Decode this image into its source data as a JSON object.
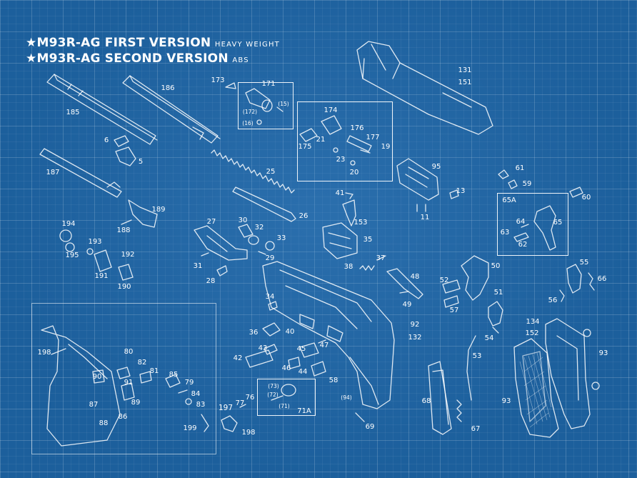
{
  "titles": [
    {
      "star": "★",
      "main": "M93R-AG FIRST VERSION",
      "sub": "HEAVY WEIGHT"
    },
    {
      "star": "★",
      "main": "M93R-AG SECOND VERSION",
      "sub": "ABS"
    }
  ],
  "part_labels": {
    "l173": "173",
    "l171": "171",
    "l15": "(15)",
    "l172": "(172)",
    "l16": "(16)",
    "l186": "186",
    "l185": "185",
    "l6": "6",
    "l5": "5",
    "l187": "187",
    "l25": "25",
    "l26": "26",
    "l174": "174",
    "l21": "21",
    "l175": "175",
    "l176": "176",
    "l177": "177",
    "l19": "19",
    "l23": "23",
    "l20": "20",
    "l131": "131",
    "l151": "151",
    "l95": "95",
    "l13": "13",
    "l11": "11",
    "l41": "41",
    "l153": "153",
    "l35": "35",
    "l37": "37",
    "l38": "38",
    "l61": "61",
    "l59": "59",
    "l60": "60",
    "l65a": "65A",
    "l64": "64",
    "l65": "65",
    "l63": "63",
    "l62": "62",
    "l189": "189",
    "l188": "188",
    "l194": "194",
    "l193": "193",
    "l195": "195",
    "l192": "192",
    "l191": "191",
    "l190": "190",
    "l27": "27",
    "l30": "30",
    "l32": "32",
    "l33": "33",
    "l29": "29",
    "l31": "31",
    "l28": "28",
    "l34": "34",
    "l48": "48",
    "l49": "49",
    "l52": "52",
    "l57": "57",
    "l50": "50",
    "l51": "51",
    "l54": "54",
    "l55": "55",
    "l66": "66",
    "l56": "56",
    "l92": "92",
    "l132": "132",
    "l134": "134",
    "l152": "152",
    "l93a": "93",
    "l53": "53",
    "l93b": "93",
    "l68": "68",
    "l67": "67",
    "l69": "69",
    "l36": "36",
    "l40": "40",
    "l43": "43",
    "l45": "45",
    "l47": "47",
    "l42": "42",
    "l46": "46",
    "l44": "44",
    "l58": "58",
    "l73": "(73)",
    "l72": "(72)",
    "l71": "(71)",
    "l71a": "71A",
    "l94": "(94)",
    "l197": "197",
    "l77": "77",
    "l76": "76",
    "l198a": "198",
    "l198b": "198",
    "l80": "80",
    "l82": "82",
    "l81": "81",
    "l85": "85",
    "l79": "79",
    "l90": "90",
    "l91": "91",
    "l89": "89",
    "l87": "87",
    "l86": "86",
    "l88": "88",
    "l84": "84",
    "l83": "83",
    "l199": "199"
  }
}
